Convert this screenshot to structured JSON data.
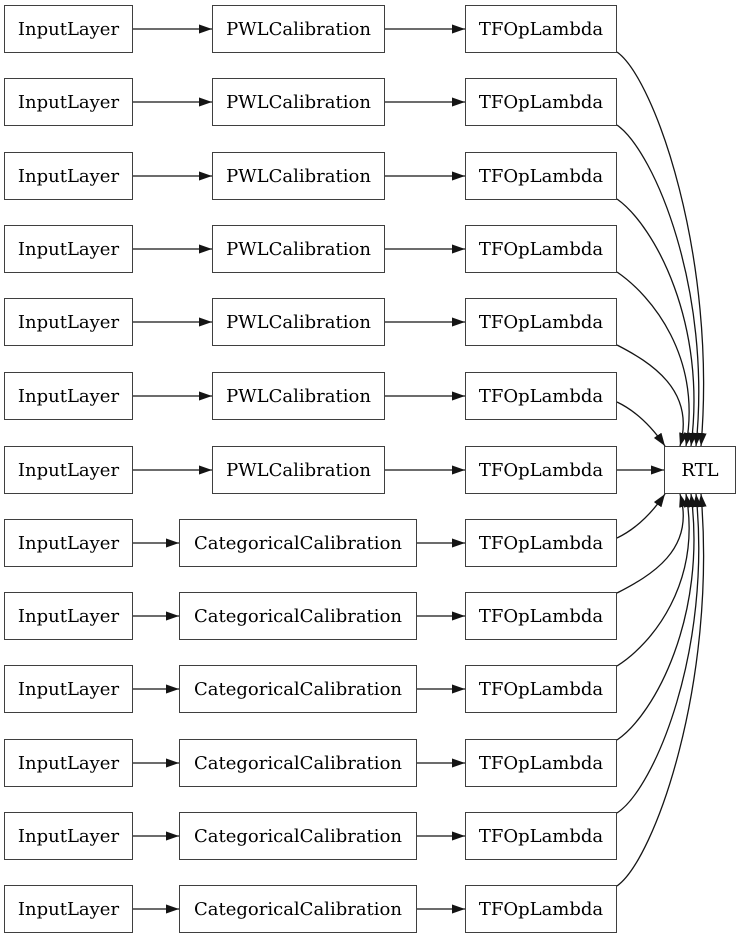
{
  "colors": {
    "background": "#ffffff",
    "node_border": "#3f3f3f",
    "edge": "#141414",
    "text": "#000000"
  },
  "rows": [
    {
      "input": "InputLayer",
      "calib": "PWLCalibration",
      "op": "TFOpLambda"
    },
    {
      "input": "InputLayer",
      "calib": "PWLCalibration",
      "op": "TFOpLambda"
    },
    {
      "input": "InputLayer",
      "calib": "PWLCalibration",
      "op": "TFOpLambda"
    },
    {
      "input": "InputLayer",
      "calib": "PWLCalibration",
      "op": "TFOpLambda"
    },
    {
      "input": "InputLayer",
      "calib": "PWLCalibration",
      "op": "TFOpLambda"
    },
    {
      "input": "InputLayer",
      "calib": "PWLCalibration",
      "op": "TFOpLambda"
    },
    {
      "input": "InputLayer",
      "calib": "PWLCalibration",
      "op": "TFOpLambda"
    },
    {
      "input": "InputLayer",
      "calib": "CategoricalCalibration",
      "op": "TFOpLambda"
    },
    {
      "input": "InputLayer",
      "calib": "CategoricalCalibration",
      "op": "TFOpLambda"
    },
    {
      "input": "InputLayer",
      "calib": "CategoricalCalibration",
      "op": "TFOpLambda"
    },
    {
      "input": "InputLayer",
      "calib": "CategoricalCalibration",
      "op": "TFOpLambda"
    },
    {
      "input": "InputLayer",
      "calib": "CategoricalCalibration",
      "op": "TFOpLambda"
    },
    {
      "input": "InputLayer",
      "calib": "CategoricalCalibration",
      "op": "TFOpLambda"
    }
  ],
  "output_node": {
    "label": "RTL"
  }
}
